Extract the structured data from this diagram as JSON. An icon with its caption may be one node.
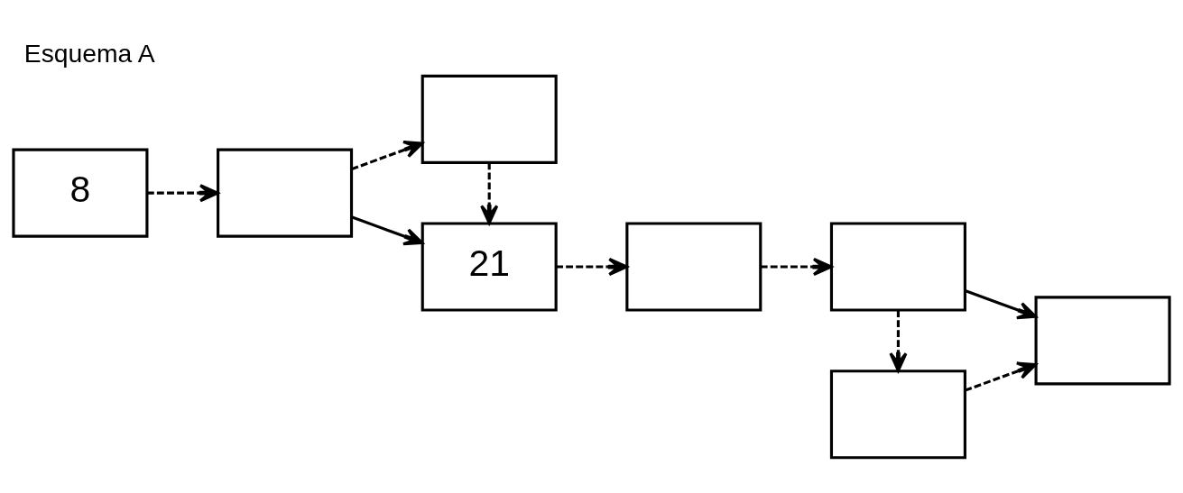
{
  "diagram": {
    "title": "Esquema A",
    "nodes": [
      {
        "text": [
          "8"
        ]
      },
      {
        "text": [],
        "shape": "box"
      },
      {
        "text": [],
        "shape": "box"
      },
      {
        "text": [
          "21"
        ]
      },
      {
        "text": [],
        "shape": "box"
      },
      {
        "text": [],
        "shape": "box"
      },
      {
        "text": [],
        "shape": "box"
      },
      {
        "text": [],
        "shape": "box"
      }
    ],
    "edges": [
      {
        "from": 0,
        "to": 1,
        "arrow": "to",
        "style": "dashed"
      },
      {
        "from": 1,
        "to": 2,
        "arrow": "to",
        "style": "dashed"
      },
      {
        "from": 1,
        "to": 3,
        "arrow": "to"
      },
      {
        "from": 2,
        "to": 3,
        "arrow": "to",
        "style": "dashed"
      },
      {
        "from": 3,
        "to": 4,
        "arrow": "to",
        "style": "dashed"
      },
      {
        "from": 4,
        "to": 5,
        "arrow": "to",
        "style": "dashed"
      },
      {
        "from": 5,
        "to": 6,
        "arrow": "to",
        "style": "dashed"
      },
      {
        "from": 5,
        "to": 7,
        "arrow": "to"
      },
      {
        "from": 6,
        "to": 7,
        "arrow": "to",
        "style": "dashed"
      }
    ]
  }
}
